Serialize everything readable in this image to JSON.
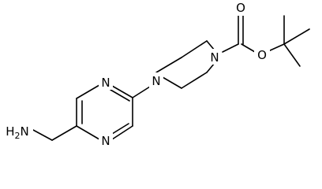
{
  "molecule": {
    "atoms": [
      {
        "id": "n_pip_left",
        "label": "N"
      },
      {
        "id": "n_pip_right",
        "label": "N"
      },
      {
        "id": "o_carbonyl",
        "label": "O"
      },
      {
        "id": "o_ester",
        "label": "O"
      },
      {
        "id": "n_pyr_top",
        "label": "N"
      },
      {
        "id": "n_pyr_bottom",
        "label": "N"
      },
      {
        "id": "amine",
        "label": "H2N"
      }
    ],
    "colors": {
      "bond": "#000000",
      "text": "#000000",
      "background": "#ffffff"
    }
  }
}
